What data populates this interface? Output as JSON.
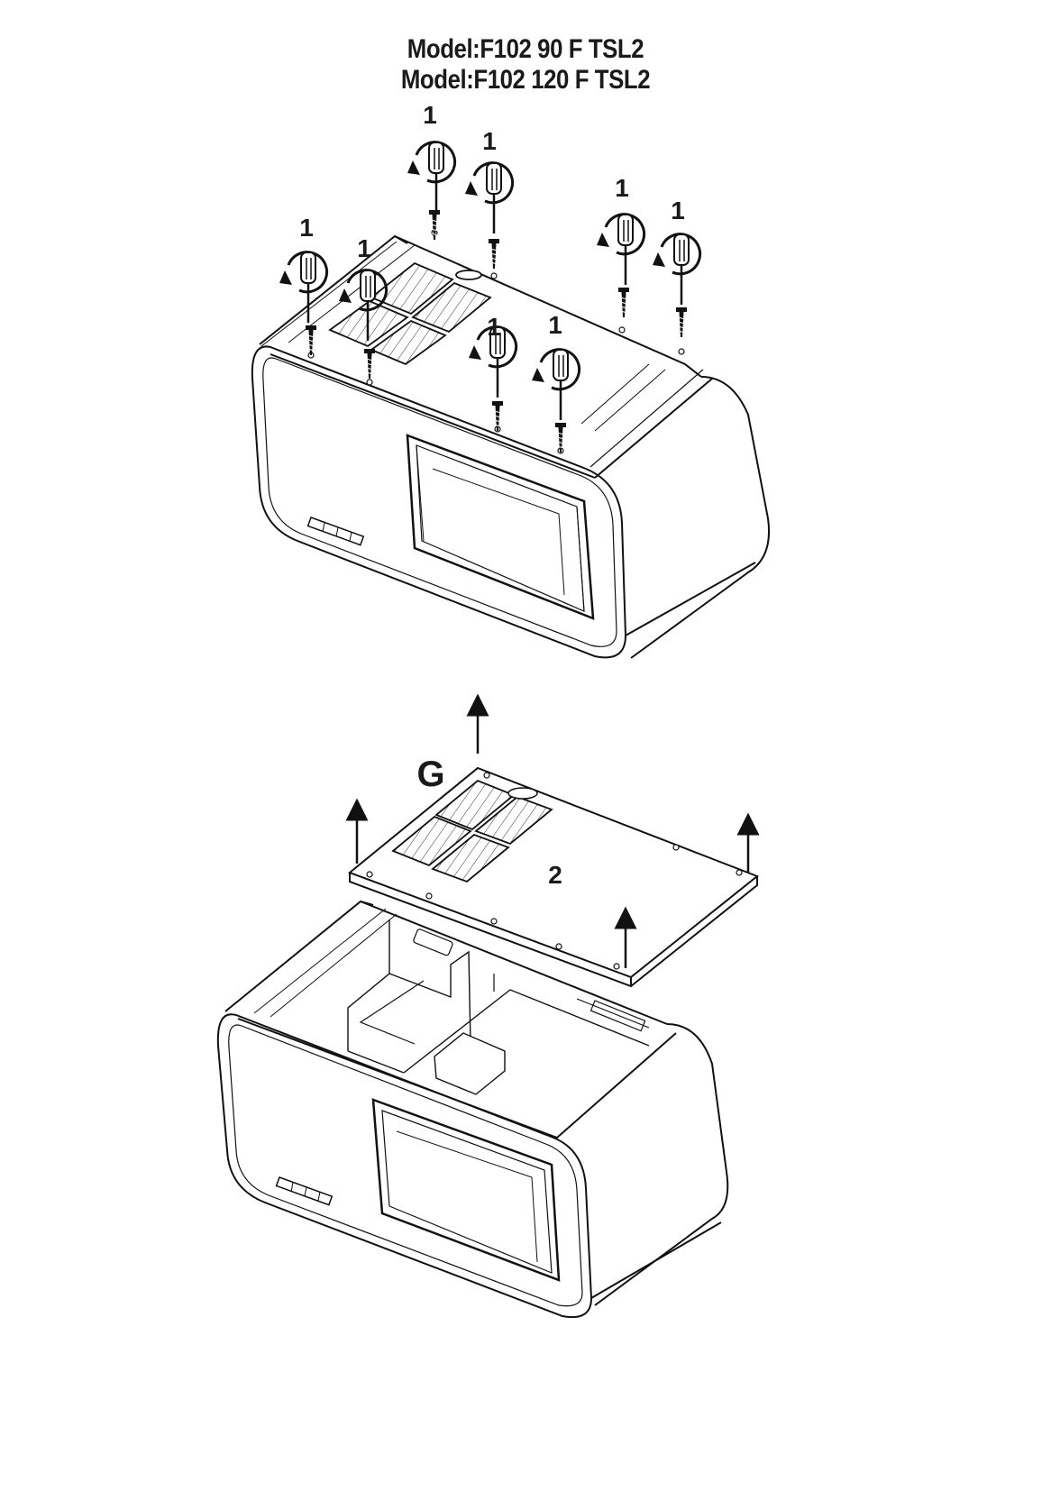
{
  "document": {
    "title_line_1": "Model:F102 90 F TSL2",
    "title_line_2": "Model:F102 120 F TSL2"
  },
  "labels": {
    "screw_step": "1",
    "panel_step": "2",
    "panel_letter": "G"
  },
  "colors": {
    "ink": "#1a1a1a",
    "paper": "#ffffff"
  },
  "icons": [
    "screwdriver-icon",
    "rotate-arrow-icon",
    "screw-icon",
    "up-arrow-icon"
  ]
}
